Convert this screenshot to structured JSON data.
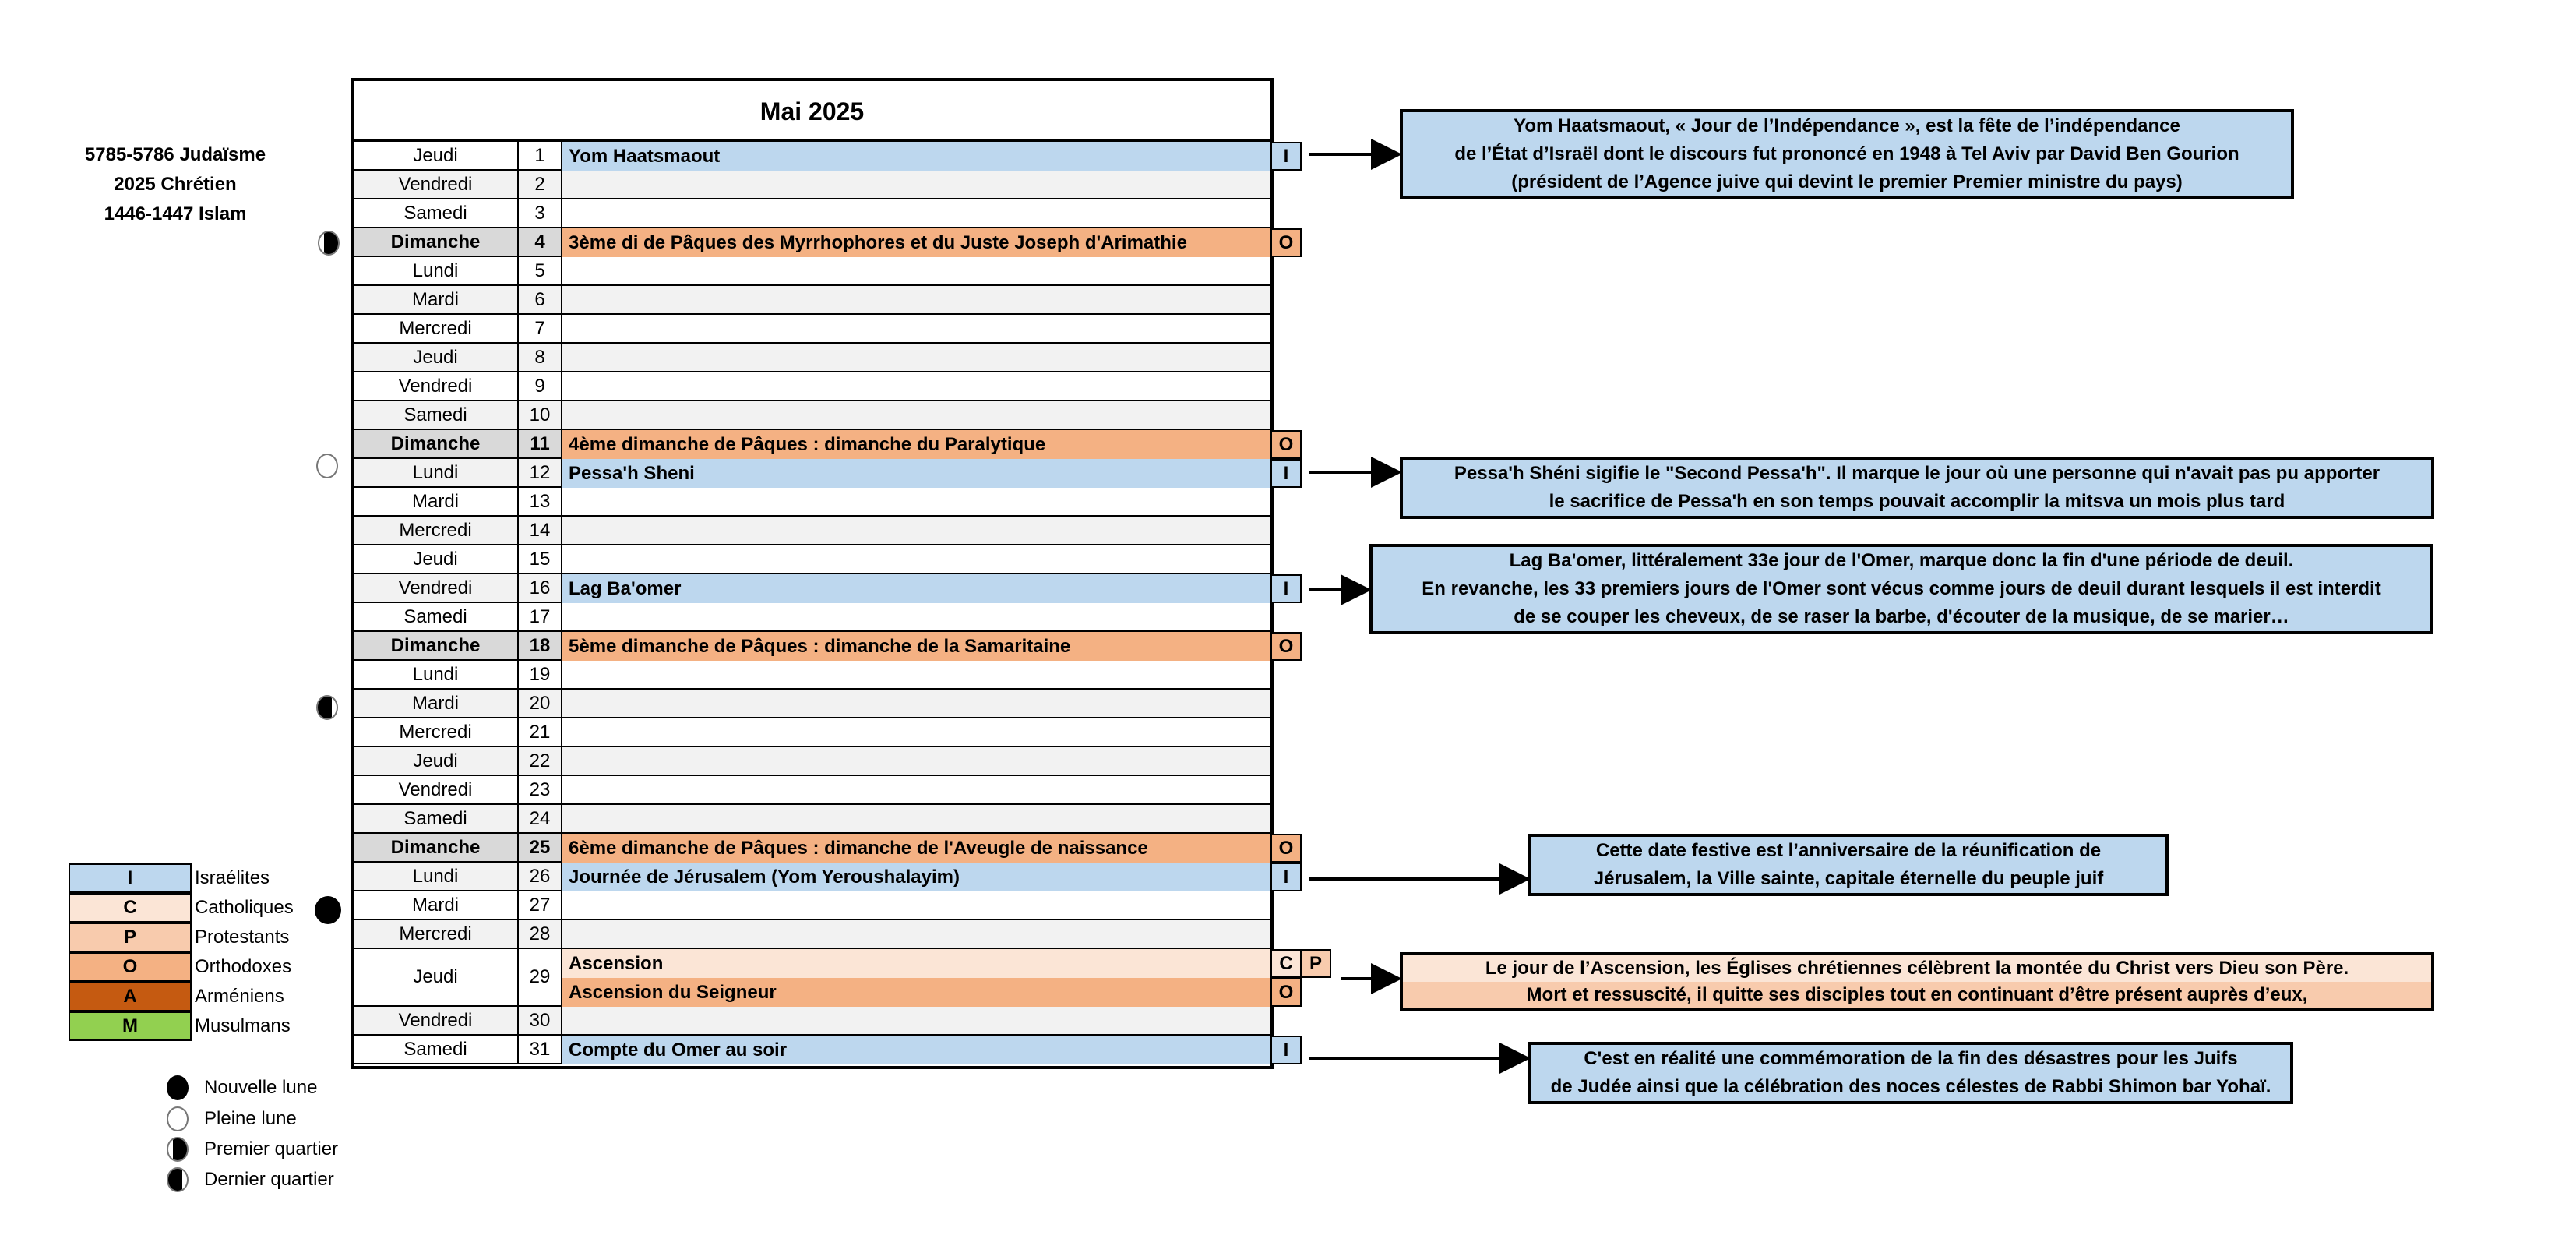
{
  "years": [
    "5785-5786  Judaïsme",
    "2025 Chrétien",
    "1446-1447 Islam"
  ],
  "calendar_title": "Mai 2025",
  "days": [
    {
      "day": "Jeudi",
      "num": "1"
    },
    {
      "day": "Vendredi",
      "num": "2"
    },
    {
      "day": "Samedi",
      "num": "3"
    },
    {
      "day": "Dimanche",
      "num": "4"
    },
    {
      "day": "Lundi",
      "num": "5"
    },
    {
      "day": "Mardi",
      "num": "6"
    },
    {
      "day": "Mercredi",
      "num": "7"
    },
    {
      "day": "Jeudi",
      "num": "8"
    },
    {
      "day": "Vendredi",
      "num": "9"
    },
    {
      "day": "Samedi",
      "num": "10"
    },
    {
      "day": "Dimanche",
      "num": "11"
    },
    {
      "day": "Lundi",
      "num": "12"
    },
    {
      "day": "Mardi",
      "num": "13"
    },
    {
      "day": "Mercredi",
      "num": "14"
    },
    {
      "day": "Jeudi",
      "num": "15"
    },
    {
      "day": "Vendredi",
      "num": "16"
    },
    {
      "day": "Samedi",
      "num": "17"
    },
    {
      "day": "Dimanche",
      "num": "18"
    },
    {
      "day": "Lundi",
      "num": "19"
    },
    {
      "day": "Mardi",
      "num": "20"
    },
    {
      "day": "Mercredi",
      "num": "21"
    },
    {
      "day": "Jeudi",
      "num": "22"
    },
    {
      "day": "Vendredi",
      "num": "23"
    },
    {
      "day": "Samedi",
      "num": "24"
    },
    {
      "day": "Dimanche",
      "num": "25"
    },
    {
      "day": "Lundi",
      "num": "26"
    },
    {
      "day": "Mardi",
      "num": "27"
    },
    {
      "day": "Mercredi",
      "num": "28"
    },
    {
      "day": "Jeudi",
      "num": "29"
    },
    {
      "day": "Vendredi",
      "num": "30"
    },
    {
      "day": "Samedi",
      "num": "31"
    }
  ],
  "events": [
    {
      "text": "Yom Haatsmaout",
      "tag": "I"
    },
    {
      "text": "3ème di de Pâques des Myrrhophores et du Juste Joseph d'Arimathie",
      "tag": "O"
    },
    {
      "text": "4ème dimanche de Pâques : dimanche du Paralytique",
      "tag": "O"
    },
    {
      "text": "Pessa'h Sheni",
      "tag": "I"
    },
    {
      "text": "Lag Ba'omer",
      "tag": "I"
    },
    {
      "text": "5ème dimanche de Pâques : dimanche de la Samaritaine",
      "tag": "O"
    },
    {
      "text": "6ème dimanche de Pâques : dimanche de l'Aveugle de naissance",
      "tag": "O"
    },
    {
      "text": "Journée de Jérusalem (Yom Yeroushalayim)",
      "tag": "I"
    },
    {
      "text": "Ascension",
      "tag": "C",
      "tag2": "P"
    },
    {
      "text": "Ascension du Seigneur",
      "tag": "O"
    },
    {
      "text": "Compte du Omer au soir",
      "tag": "I"
    }
  ],
  "notes": {
    "n1": [
      "Yom Haatsmaout, « Jour de l’Indépendance », est la fête de l’indépendance",
      "de l’État d’Israël dont le discours fut prononcé en 1948 à Tel Aviv par David Ben Gourion",
      "(président de l’Agence juive qui devint le premier Premier ministre du pays)"
    ],
    "n2": [
      "Pessa'h Shéni sigifie le \"Second Pessa'h\". Il marque le jour où une personne qui n'avait pas pu apporter",
      "le sacrifice de Pessa'h en son temps pouvait accomplir la mitsva un mois plus tard"
    ],
    "n3": [
      "Lag Ba'omer, littéralement 33e jour de l'Omer, marque donc la fin d'une période de deuil.",
      "En revanche, les 33 premiers jours de l'Omer sont vécus comme jours de deuil durant lesquels il est interdit",
      "de se couper les cheveux, de se raser la barbe, d'écouter de la musique, de se marier…"
    ],
    "n4": [
      "Cette date festive est l’anniversaire de la réunification de",
      "Jérusalem, la Ville sainte, capitale éternelle du peuple juif"
    ],
    "n5": [
      "Le jour de l’Ascension, les Églises chrétiennes célèbrent la montée du Christ vers Dieu son Père.",
      "Mort et ressuscité, il quitte ses disciples tout en continuant d’être présent auprès d’eux,"
    ],
    "n6": [
      "C'est en réalité une commémoration de la fin des désastres pour les Juifs",
      "de Judée ainsi que la célébration des noces célestes de Rabbi Shimon bar Yohaï."
    ]
  },
  "legend": [
    {
      "code": "I",
      "label": "Israélites",
      "color": "#bdd7ee"
    },
    {
      "code": "C",
      "label": "Catholiques",
      "color": "#fbe5d6"
    },
    {
      "code": "P",
      "label": "Protestants",
      "color": "#f8cbad"
    },
    {
      "code": "O",
      "label": "Orthodoxes",
      "color": "#f4b183"
    },
    {
      "code": "A",
      "label": "Arméniens",
      "color": "#c55a11"
    },
    {
      "code": "M",
      "label": "Musulmans",
      "color": "#92d050"
    }
  ],
  "moon_legend": [
    "Nouvelle lune",
    "Pleine lune",
    "Premier quartier",
    "Dernier quartier"
  ],
  "moon_phases": {
    "day4": "premier-quartier",
    "day12": "pleine-lune",
    "day20": "dernier-quartier",
    "day27": "nouvelle-lune"
  }
}
